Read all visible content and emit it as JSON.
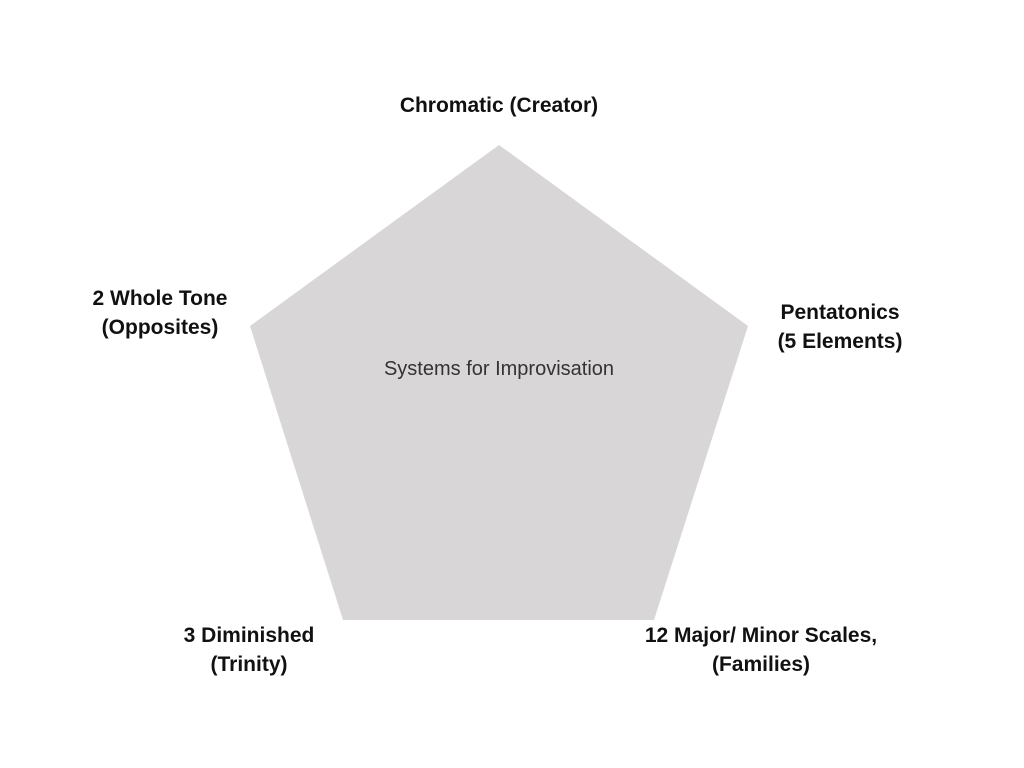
{
  "diagram": {
    "center_label": "Systems for Improvisation",
    "shape_color": "#d8d6d7",
    "text_color": "#111111",
    "vertices": [
      {
        "id": "top",
        "lines": [
          "Chromatic (Creator)"
        ]
      },
      {
        "id": "left",
        "lines": [
          "2 Whole Tone",
          "(Opposites)"
        ]
      },
      {
        "id": "right",
        "lines": [
          "Pentatonics",
          "(5 Elements)"
        ]
      },
      {
        "id": "bottom-left",
        "lines": [
          "3 Diminished",
          "(Trinity)"
        ]
      },
      {
        "id": "bottom-right",
        "lines": [
          "12 Major/ Minor Scales,",
          "(Families)"
        ]
      }
    ]
  }
}
